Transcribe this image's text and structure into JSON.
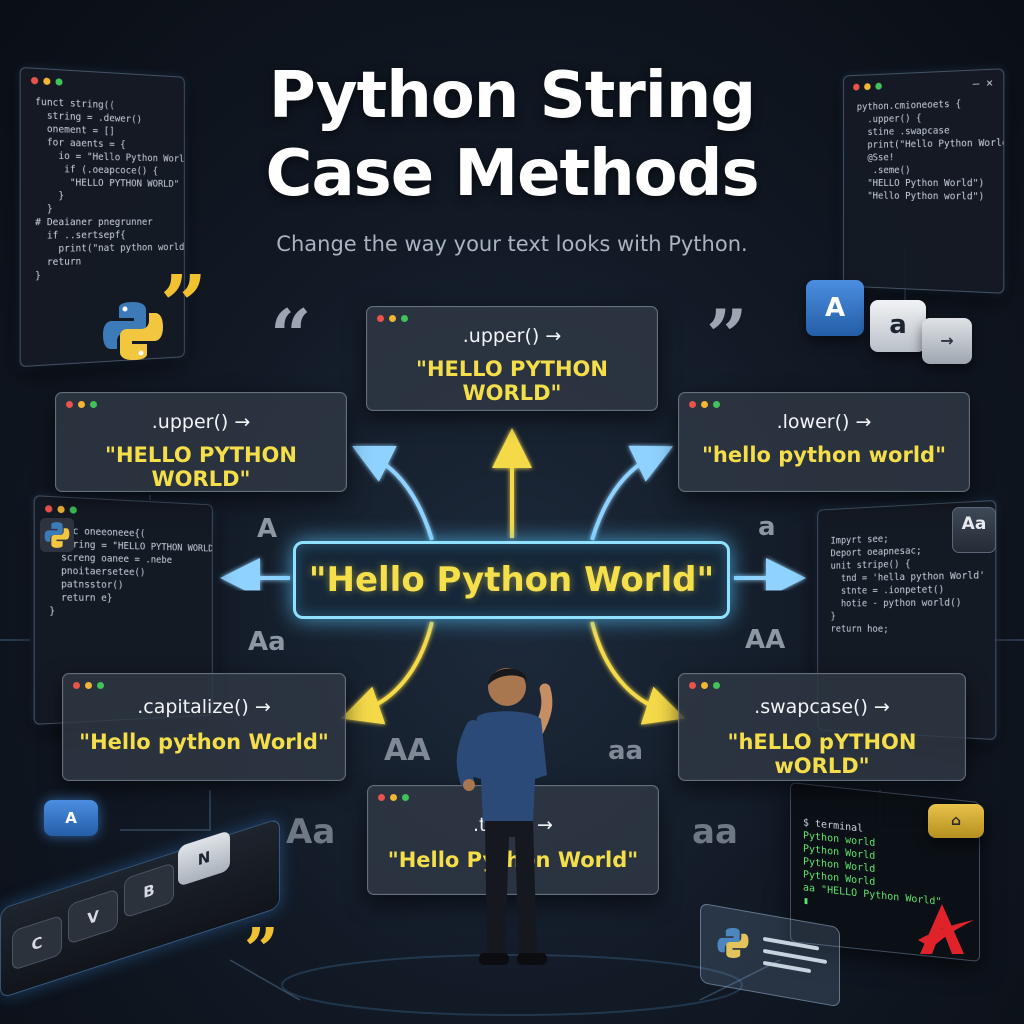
{
  "title_line1": "Python String",
  "title_line2": "Case Methods",
  "subtitle": "Change the way your text looks with Python.",
  "center_string": "\"Hello Python World\"",
  "cards": {
    "upper_top": {
      "method": ".upper() →",
      "result": "\"HELLO PYTHON WORLD\""
    },
    "upper_left": {
      "method": ".upper() →",
      "result": "\"HELLO PYTHON WORLD\""
    },
    "lower": {
      "method": ".lower() →",
      "result": "\"hello python world\""
    },
    "capitalize": {
      "method": ".capitalize() →",
      "result": "\"Hello python World\""
    },
    "swapcase": {
      "method": ".swapcase() →",
      "result": "\"hELLO pYTHON wORLD\""
    },
    "title": {
      "method": ".title() →",
      "result": "\"Hello Python World\""
    }
  },
  "deco_letters": {
    "left_a": "A",
    "right_a": "a",
    "left_aa": "Aa",
    "right_aa": "AA",
    "mid_left_aa": "AA",
    "mid_right_aa": "aa",
    "bottom_left_aa": "Aa",
    "bottom_right_aa": "aa",
    "badge_aa": "Aa"
  },
  "quotes": {
    "open": "“",
    "close": "”",
    "small": "”"
  },
  "keys": {
    "a_blue": "A",
    "a_white": "a",
    "keyboard": [
      "C",
      "V",
      "B",
      "N",
      "A"
    ]
  },
  "code_windows": {
    "top_left": [
      "funct string((",
      "  string = .dewer()",
      "  onement = []",
      "  for aaents = {",
      "    io = \"Hello Python World\";",
      "     if (.oeapcoce() {",
      "      \"HELLO PYTHON WORLD\"",
      "    }",
      "",
      "  }",
      "",
      "# Deaianer pnegrunner",
      "  if ..sertsepf{",
      "    print(\"nat python world\")",
      "  return",
      "",
      "}"
    ],
    "top_right": [
      "python.cmioneoets {",
      "  .upper() {",
      "  stine .swapcase",
      "  print(\"Hello Python World\")",
      "  @Sse!",
      "   .seme()",
      "  \"HELLO Python World\")",
      "",
      "  \"Hello Python world\")"
    ],
    "mid_left": [
      "actic oneeoneee{(",
      "  string = \"HELLO PYTHON WORLD\",",
      "  screng oanee = .nebe",
      "  pnoitaersetee()",
      "  patnsstor()",
      "  return e}",
      "}"
    ],
    "mid_right": [
      "Impyrt see;",
      "Deport oeapnesac;",
      "",
      "unit stripe() {",
      "  tnd = 'hella python World'",
      "  stnte = .ionpetet()",
      "  hotie - python world()",
      "}",
      "return hoe;"
    ]
  },
  "terminal": [
    "$ terminal",
    "Python world",
    "Python World",
    "Python World",
    "Python World",
    "aa \"HELLO Python World\"",
    "▮"
  ]
}
